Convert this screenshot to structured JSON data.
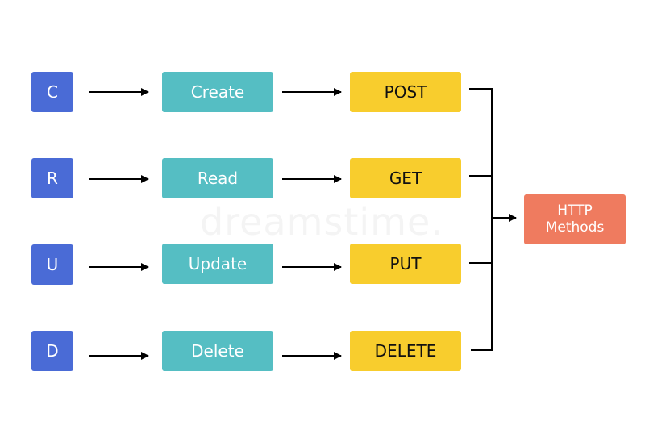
{
  "rows": [
    {
      "letter": "C",
      "action": "Create",
      "method": "POST"
    },
    {
      "letter": "R",
      "action": "Read",
      "method": "GET"
    },
    {
      "letter": "U",
      "action": "Update",
      "method": "PUT"
    },
    {
      "letter": "D",
      "action": "Delete",
      "method": "DELETE"
    }
  ],
  "target": {
    "line1": "HTTP",
    "line2": "Methods"
  },
  "watermark": "dreamstime.",
  "colors": {
    "letter_box": "#4a6bd6",
    "action_box": "#55bec3",
    "method_box": "#f8cd2d",
    "target_box": "#ef7b5f",
    "arrow": "#000000"
  }
}
